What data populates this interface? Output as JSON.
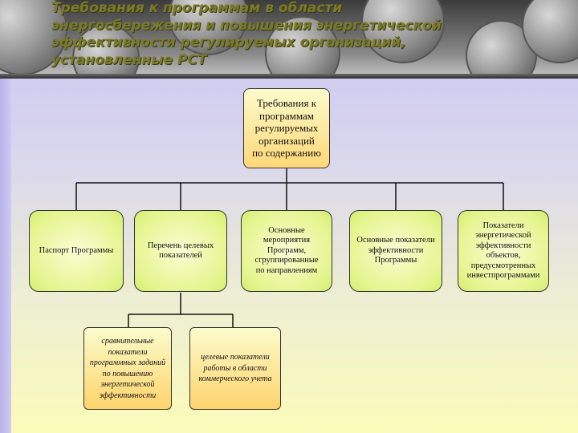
{
  "slide": {
    "title_lines": [
      "Требования к программам в области",
      "энергосбережения и повышения энергетической",
      "эффективности регулируемых организаций,",
      "установленные РСТ"
    ]
  },
  "diagram": {
    "root": {
      "lines": [
        "Требования к",
        "программам",
        "регулируемых",
        "организаций",
        "по содержанию"
      ]
    },
    "level1": [
      {
        "lines": [
          "Паспорт Программы"
        ]
      },
      {
        "lines": [
          "Перечень целевых",
          "показателей"
        ]
      },
      {
        "lines": [
          "Основные",
          "мероприятия",
          "Программ,",
          "сгруппированные",
          "по направлениям"
        ]
      },
      {
        "lines": [
          "Основные показатели",
          "эффективности",
          "Программы"
        ]
      },
      {
        "lines": [
          "Показатели",
          "энергетической",
          "эффективности",
          "объектов,",
          "предусмотренных",
          "инвестпрограммами"
        ]
      }
    ],
    "level2": [
      {
        "lines": [
          "сравнительные",
          "показатели",
          "программных заданий",
          "по повышению",
          "энергетической",
          "эффективности"
        ]
      },
      {
        "lines": [
          "целевые показатели",
          "работы в области",
          "коммерческого учета"
        ]
      }
    ]
  }
}
